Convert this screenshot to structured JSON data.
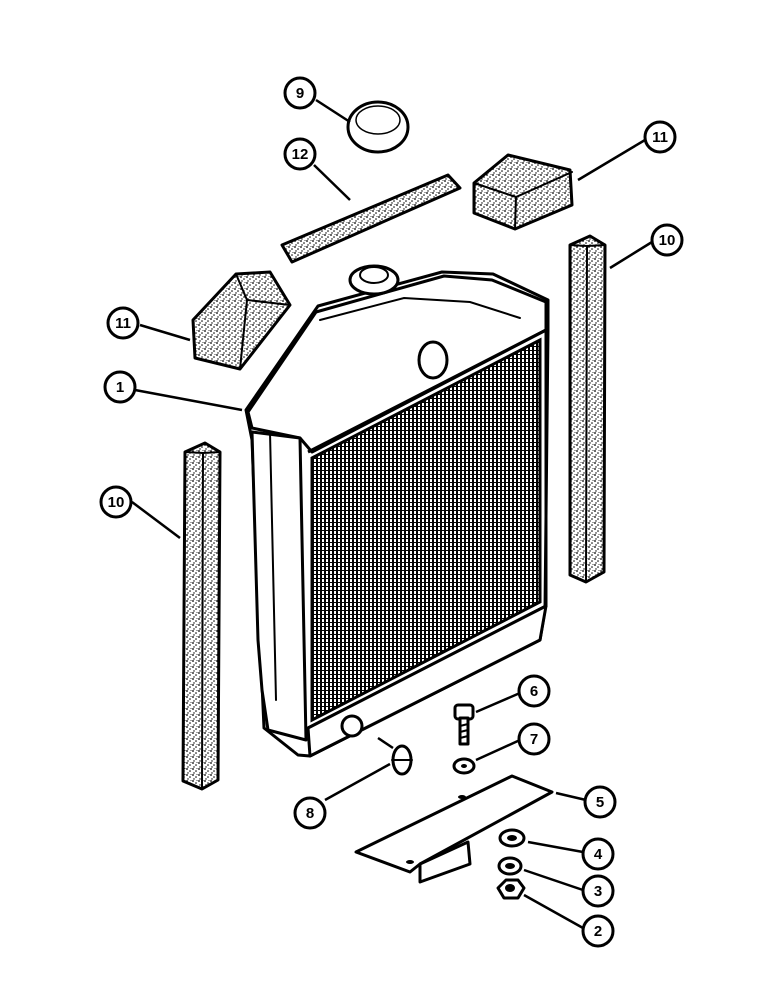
{
  "callouts": [
    {
      "id": "1",
      "label": "1",
      "part": "radiator"
    },
    {
      "id": "2",
      "label": "2",
      "part": "nut"
    },
    {
      "id": "3",
      "label": "3",
      "part": "lock-washer"
    },
    {
      "id": "4",
      "label": "4",
      "part": "flat-washer"
    },
    {
      "id": "5",
      "label": "5",
      "part": "mounting-bracket"
    },
    {
      "id": "6",
      "label": "6",
      "part": "bolt"
    },
    {
      "id": "7",
      "label": "7",
      "part": "washer"
    },
    {
      "id": "8",
      "label": "8",
      "part": "drain-cock"
    },
    {
      "id": "9",
      "label": "9",
      "part": "radiator-cap"
    },
    {
      "id": "10a",
      "label": "10",
      "part": "foam-seal-right"
    },
    {
      "id": "10b",
      "label": "10",
      "part": "foam-seal-left"
    },
    {
      "id": "11a",
      "label": "11",
      "part": "foam-block-right"
    },
    {
      "id": "11b",
      "label": "11",
      "part": "foam-block-left"
    },
    {
      "id": "12",
      "label": "12",
      "part": "foam-strip-top"
    }
  ],
  "colors": {
    "ink": "#000000",
    "paper": "#ffffff",
    "foam": "#d8d8d8"
  }
}
